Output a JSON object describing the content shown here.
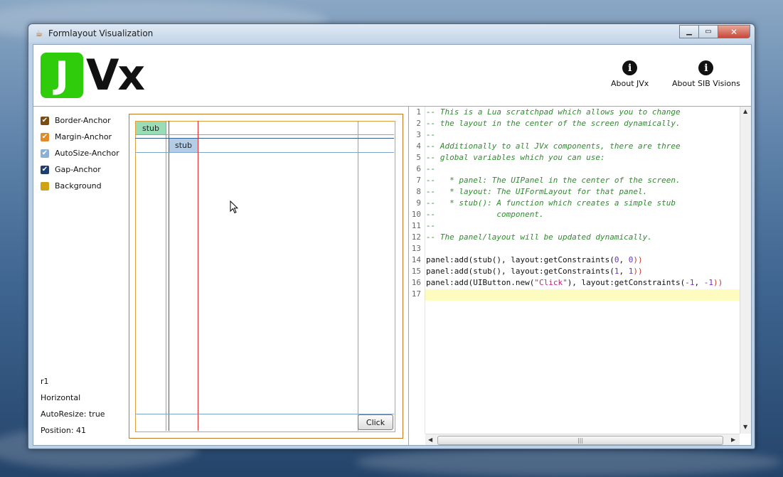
{
  "window": {
    "title": "Formlayout Visualization"
  },
  "header": {
    "logo": {
      "j": "J",
      "rest": "Vx"
    },
    "about_jvx": "About JVx",
    "about_sib": "About SIB Visions"
  },
  "legend": [
    {
      "label": "Border-Anchor",
      "color": "#7a4d12",
      "checked": true
    },
    {
      "label": "Margin-Anchor",
      "color": "#e08a2a",
      "checked": true
    },
    {
      "label": "AutoSize-Anchor",
      "color": "#8ab0d8",
      "checked": true
    },
    {
      "label": "Gap-Anchor",
      "color": "#1f3f6e",
      "checked": true
    },
    {
      "label": "Background",
      "color": "#cfa316",
      "checked": false
    }
  ],
  "info": {
    "anchor": "r1",
    "orientation": "Horizontal",
    "autoresize": "AutoResize: true",
    "position": "Position: 41"
  },
  "canvas": {
    "stub1": "stub",
    "stub2": "stub",
    "button": "Click",
    "colors": {
      "border": "#c07a26",
      "margin": "#e0a040",
      "autosize": "#7fa6cc",
      "gap": "#335e8e",
      "highlight": "#e03030",
      "stub1": "#9adcb6",
      "stub2": "#b4cde6"
    }
  },
  "editor": {
    "line_numbers": [
      "1",
      "2",
      "3",
      "4",
      "5",
      "6",
      "7",
      "8",
      "9",
      "10",
      "11",
      "12",
      "13",
      "14",
      "15",
      "16",
      "17"
    ],
    "comments": [
      "-- This is a Lua scratchpad which allows you to change",
      "-- the layout in the center of the screen dynamically.",
      "--",
      "-- Additionally to all JVx components, there are three",
      "-- global variables which you can use:",
      "--",
      "--   * panel: The UIPanel in the center of the screen.",
      "--   * layout: The UIFormLayout for that panel.",
      "--   * stub(): A function which creates a simple stub",
      "--             component.",
      "--",
      "-- The panel/layout will be updated dynamically."
    ],
    "code": {
      "l14": {
        "a": "panel:add(stub(), layout:getConstraints(",
        "n1": "0",
        "c": ", ",
        "n2": "0",
        "e": "))"
      },
      "l15": {
        "a": "panel:add(stub(), layout:getConstraints(",
        "n1": "1",
        "c": ", ",
        "n2": "1",
        "e": "))"
      },
      "l16": {
        "a": "panel:add(UIButton.new(",
        "s": "\"Click\"",
        "b": "), layout:getConstraints(",
        "n1": "-1",
        "c": ", ",
        "n2": "-1",
        "e": "))"
      }
    },
    "scroll_grip": "|||"
  }
}
